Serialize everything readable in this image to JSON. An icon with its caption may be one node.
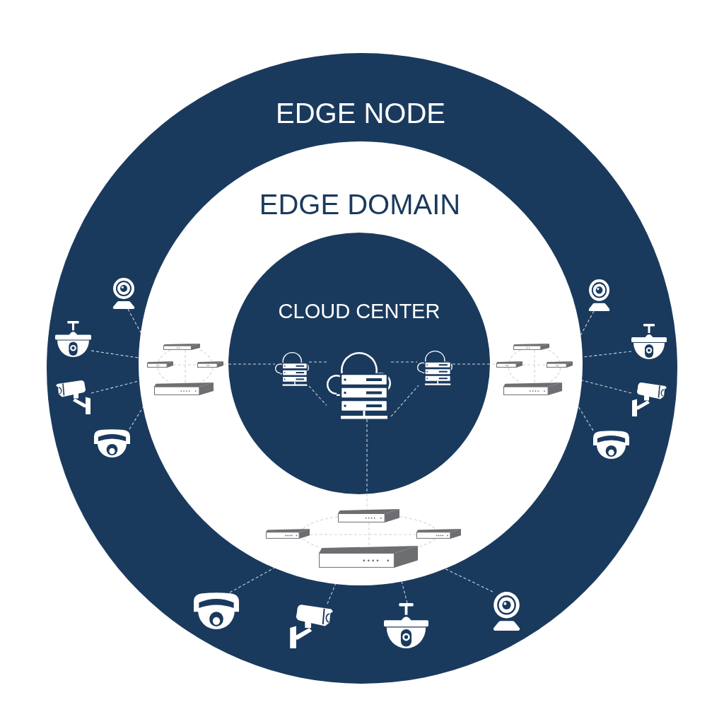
{
  "diagram": {
    "nodes": [
      {
        "text": [
          "EDGE NODE"
        ]
      },
      {
        "text": [
          "EDGE DOMAIN"
        ],
        "in": 0
      },
      {
        "text": [
          "CLOUD CENTER"
        ],
        "in": 1
      },
      {
        "text": [],
        "shape": "cloud",
        "in": 2
      },
      {
        "text": [],
        "shape": "cloud",
        "in": 2
      },
      {
        "text": [],
        "shape": "cloud",
        "in": 2
      },
      {
        "text": [],
        "shape": "box",
        "in": 1
      },
      {
        "text": [],
        "shape": "box",
        "in": 1
      },
      {
        "text": [],
        "shape": "box",
        "in": 1
      },
      {
        "text": [],
        "shape": "box",
        "in": 1
      },
      {
        "text": [],
        "shape": "box",
        "in": 1
      },
      {
        "text": [],
        "shape": "box",
        "in": 1
      },
      {
        "text": [],
        "shape": "box",
        "in": 1
      },
      {
        "text": [],
        "shape": "box",
        "in": 1
      },
      {
        "text": [],
        "shape": "box",
        "in": 1
      },
      {
        "text": [],
        "shape": "box",
        "in": 1
      },
      {
        "text": [],
        "shape": "box",
        "in": 1
      },
      {
        "text": [],
        "shape": "box",
        "in": 1
      },
      {
        "text": [],
        "shape": "picture",
        "in": 0
      },
      {
        "text": [],
        "shape": "picture",
        "in": 0
      },
      {
        "text": [],
        "shape": "picture",
        "in": 0
      },
      {
        "text": [],
        "shape": "picture",
        "in": 0
      },
      {
        "text": [],
        "shape": "picture",
        "in": 0
      },
      {
        "text": [],
        "shape": "picture",
        "in": 0
      },
      {
        "text": [],
        "shape": "picture",
        "in": 0
      },
      {
        "text": [],
        "shape": "picture",
        "in": 0
      },
      {
        "text": [],
        "shape": "picture",
        "in": 0
      },
      {
        "text": [],
        "shape": "picture",
        "in": 0
      },
      {
        "text": [],
        "shape": "picture",
        "in": 0
      },
      {
        "text": [],
        "shape": "picture",
        "in": 0
      }
    ],
    "edges": [
      {
        "from": 6,
        "to": 7,
        "arrow": "none",
        "style": "dashed"
      },
      {
        "from": 6,
        "to": 8,
        "arrow": "none",
        "style": "dashed"
      },
      {
        "from": 7,
        "to": 9,
        "arrow": "none",
        "style": "dashed"
      },
      {
        "from": 8,
        "to": 9,
        "arrow": "none",
        "style": "dashed"
      },
      {
        "from": 6,
        "to": 9,
        "arrow": "none",
        "style": "dashed"
      },
      {
        "from": 7,
        "to": 8,
        "arrow": "none",
        "style": "dashed"
      },
      {
        "from": 10,
        "to": 11,
        "arrow": "none",
        "style": "dashed"
      },
      {
        "from": 10,
        "to": 12,
        "arrow": "none",
        "style": "dashed"
      },
      {
        "from": 11,
        "to": 13,
        "arrow": "none",
        "style": "dashed"
      },
      {
        "from": 12,
        "to": 13,
        "arrow": "none",
        "style": "dashed"
      },
      {
        "from": 10,
        "to": 13,
        "arrow": "none",
        "style": "dashed"
      },
      {
        "from": 11,
        "to": 12,
        "arrow": "none",
        "style": "dashed"
      },
      {
        "from": 14,
        "to": 15,
        "arrow": "none",
        "style": "dashed"
      },
      {
        "from": 14,
        "to": 16,
        "arrow": "none",
        "style": "dashed"
      },
      {
        "from": 15,
        "to": 17,
        "arrow": "none",
        "style": "dashed"
      },
      {
        "from": 16,
        "to": 17,
        "arrow": "none",
        "style": "dashed"
      },
      {
        "from": 14,
        "to": 17,
        "arrow": "none",
        "style": "dashed"
      },
      {
        "from": 15,
        "to": 16,
        "arrow": "none",
        "style": "dashed"
      },
      {
        "from": 8,
        "to": 3,
        "arrow": "none",
        "style": "dashed"
      },
      {
        "from": 3,
        "to": 4,
        "arrow": "none",
        "style": "dashed"
      },
      {
        "from": 3,
        "to": 4,
        "arrow": "none",
        "style": "dashed"
      },
      {
        "from": 4,
        "to": 5,
        "arrow": "none",
        "style": "dashed"
      },
      {
        "from": 4,
        "to": 5,
        "arrow": "none",
        "style": "dashed"
      },
      {
        "from": 5,
        "to": 11,
        "arrow": "none",
        "style": "dashed"
      },
      {
        "from": 4,
        "to": 14,
        "arrow": "none",
        "style": "dashed"
      },
      {
        "from": 18,
        "to": 1,
        "arrow": "none",
        "style": "dashed"
      },
      {
        "from": 19,
        "to": 1,
        "arrow": "none",
        "style": "dashed"
      },
      {
        "from": 20,
        "to": 1,
        "arrow": "none",
        "style": "dashed"
      },
      {
        "from": 21,
        "to": 1,
        "arrow": "none",
        "style": "dashed"
      },
      {
        "from": 22,
        "to": 1,
        "arrow": "none",
        "style": "dashed"
      },
      {
        "from": 23,
        "to": 1,
        "arrow": "none",
        "style": "dashed"
      },
      {
        "from": 24,
        "to": 1,
        "arrow": "none",
        "style": "dashed"
      },
      {
        "from": 25,
        "to": 1,
        "arrow": "none",
        "style": "dashed"
      },
      {
        "from": 26,
        "to": 1,
        "arrow": "none",
        "style": "dashed"
      },
      {
        "from": 27,
        "to": 1,
        "arrow": "none",
        "style": "dashed"
      },
      {
        "from": 28,
        "to": 1,
        "arrow": "none",
        "style": "dashed"
      },
      {
        "from": 29,
        "to": 1,
        "arrow": "none",
        "style": "dashed"
      }
    ]
  }
}
